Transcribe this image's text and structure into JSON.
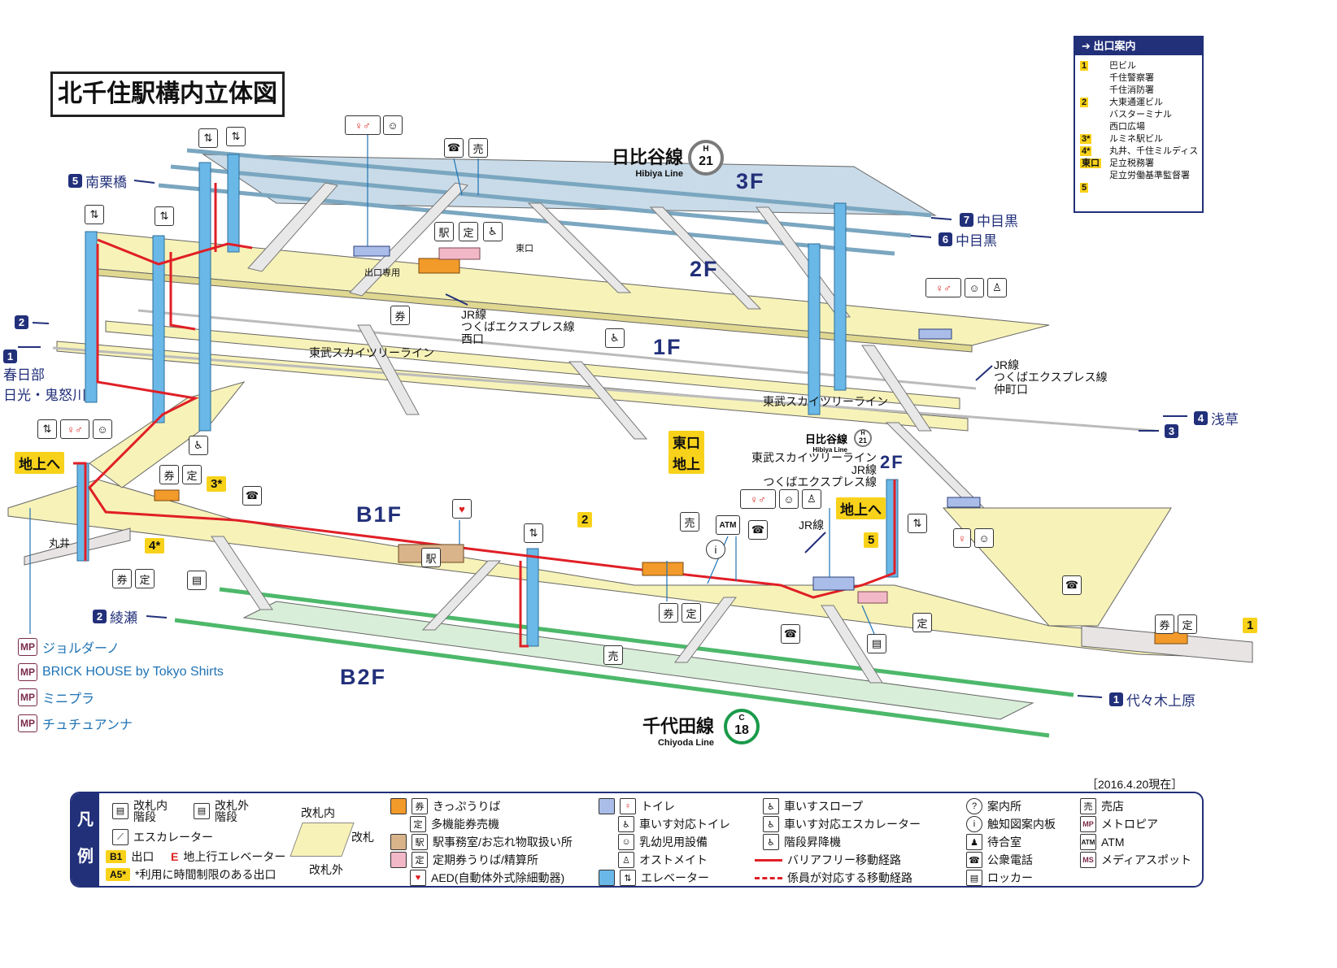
{
  "title": "北千住駅構内立体図",
  "floors": {
    "f3": "3F",
    "f2": "2F",
    "f1": "1F",
    "b1f": "B1F",
    "b2f": "B2F",
    "f2_east": "2F"
  },
  "lines": {
    "hibiya": {
      "name": "日比谷線",
      "en": "Hibiya Line",
      "letter": "H",
      "number": "21",
      "color": "#7a7a7a"
    },
    "hibiya_small": {
      "name": "日比谷線",
      "en": "Hibiya Line",
      "letter": "H",
      "number": "21"
    },
    "chiyoda": {
      "name": "千代田線",
      "en": "Chiyoda Line",
      "letter": "C",
      "number": "18",
      "color": "#1a9a4a"
    }
  },
  "directions": {
    "minamikurihashi": {
      "num": "5",
      "label": "南栗橋"
    },
    "nakameguro7": {
      "num": "7",
      "label": "中目黒"
    },
    "nakameguro6": {
      "num": "6",
      "label": "中目黒"
    },
    "dir2": {
      "num": "2",
      "label": ""
    },
    "dir1": {
      "num": "1",
      "label": "春日部"
    },
    "dir1b": "日光・鬼怒川",
    "asakusa": {
      "num": "4",
      "label": "浅草"
    },
    "dir3": {
      "num": "3",
      "label": ""
    },
    "ayase": {
      "num": "2",
      "label": "綾瀬"
    },
    "yoyogiuehara": {
      "num": "1",
      "label": "代々木上原"
    }
  },
  "labels": {
    "tobu1": "東武スカイツリーライン",
    "tobu2": "東武スカイツリーライン",
    "jr_west": [
      "JR線",
      "つくばエクスプレス線",
      "西口"
    ],
    "jr_naka": [
      "JR線",
      "つくばエクスプレス線",
      "仲町口"
    ],
    "exit_only": "出口専用",
    "east_gate": "東口",
    "east_exit": "東口",
    "ground": "地上",
    "to_ground_left": "地上へ",
    "to_ground_right": "地上へ",
    "marui": "丸井",
    "jr_line": "JR線",
    "transfer_lines": [
      "東武スカイツリーライン",
      "JR線",
      "つくばエクスプレス線"
    ],
    "exit_3": "3*",
    "exit_4": "4*",
    "exit_2": "2",
    "exit_5": "5",
    "exit_1": "1"
  },
  "metropia": [
    {
      "mark": "MP",
      "label": "ジョルダーノ"
    },
    {
      "mark": "MP",
      "label": "BRICK HOUSE by Tokyo Shirts"
    },
    {
      "mark": "MP",
      "label": "ミニプラ"
    },
    {
      "mark": "MP",
      "label": "チュチュアンナ"
    }
  ],
  "exit_guide": {
    "header": "出口案内",
    "rows": [
      {
        "key": "1",
        "text": "巴ビル"
      },
      {
        "key": "",
        "text": "千住警察署"
      },
      {
        "key": "",
        "text": "千住消防署"
      },
      {
        "key": "2",
        "text": "大東通運ビル"
      },
      {
        "key": "",
        "text": "バスターミナル"
      },
      {
        "key": "",
        "text": "西口広場"
      },
      {
        "key": "3*",
        "text": "ルミネ駅ビル"
      },
      {
        "key": "4*",
        "text": "丸井、千住ミルディス"
      },
      {
        "key": "東口",
        "text": "足立税務署"
      },
      {
        "key": "",
        "text": "足立労働基準監督署"
      },
      {
        "key": "5",
        "text": ""
      }
    ]
  },
  "date": "［2016.4.20現在］",
  "legend": {
    "side": [
      "凡",
      "例"
    ],
    "items": [
      {
        "id": "stairs_in",
        "icon": "stairs-icon",
        "label": "改札内\n階段"
      },
      {
        "id": "stairs_out",
        "icon": "stairs-icon",
        "label": "改札外\n階段"
      },
      {
        "id": "escalator",
        "icon": "escalator-icon",
        "label": "エスカレーター"
      },
      {
        "id": "exit",
        "icon": "B1",
        "label": "出口"
      },
      {
        "id": "elev_ground",
        "icon": "E",
        "label": "地上行エレベーター"
      },
      {
        "id": "limited_exit",
        "icon": "A5*",
        "label": "*利用に時間制限のある出口"
      },
      {
        "id": "gate_in",
        "label": "改札内"
      },
      {
        "id": "gate",
        "label": "改札"
      },
      {
        "id": "gate_out",
        "label": "改札外"
      },
      {
        "id": "ticket",
        "label": "きっぷうりば"
      },
      {
        "id": "multi_ticket",
        "label": "多機能券売機"
      },
      {
        "id": "office",
        "label": "駅事務室/お忘れ物取扱い所"
      },
      {
        "id": "pass",
        "label": "定期券うりば/精算所"
      },
      {
        "id": "aed",
        "label": "AED(自動体外式除細動器)"
      },
      {
        "id": "toilet",
        "label": "トイレ"
      },
      {
        "id": "wc_toilet",
        "label": "車いす対応トイレ"
      },
      {
        "id": "baby",
        "label": "乳幼児用設備"
      },
      {
        "id": "ostomate",
        "label": "オストメイト"
      },
      {
        "id": "elevator",
        "label": "エレベーター"
      },
      {
        "id": "slope",
        "label": "車いすスロープ"
      },
      {
        "id": "wc_escalator",
        "label": "車いす対応エスカレーター"
      },
      {
        "id": "stair_lift",
        "label": "階段昇降機"
      },
      {
        "id": "barrier_free",
        "label": "バリアフリー移動経路"
      },
      {
        "id": "staff_route",
        "label": "係員が対応する移動経路"
      },
      {
        "id": "info",
        "label": "案内所"
      },
      {
        "id": "tactile",
        "label": "触知図案内板"
      },
      {
        "id": "waiting",
        "label": "待合室"
      },
      {
        "id": "phone",
        "label": "公衆電話"
      },
      {
        "id": "locker",
        "label": "ロッカー"
      },
      {
        "id": "shop",
        "label": "売店"
      },
      {
        "id": "metropia",
        "label": "メトロピア"
      },
      {
        "id": "atm",
        "label": "ATM"
      },
      {
        "id": "media",
        "label": "メディアスポット"
      }
    ]
  },
  "colors": {
    "platform": "#f7f2b8",
    "b2f_platform": "#d8eed8",
    "hibiya_track": "#7aa6c0",
    "chiyoda_track": "#4db86a",
    "barrier_route": "#e01f26",
    "elevator": "#6ab8e8",
    "navy": "#22307a",
    "yellow_badge": "#f8d21a"
  }
}
